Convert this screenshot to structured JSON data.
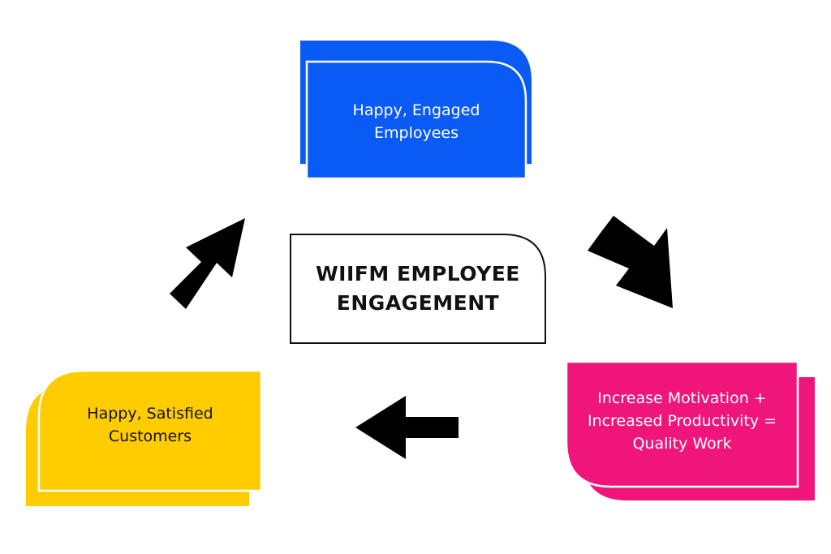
{
  "title": "WIIFM EMPLOYEE ENGAGEMENT",
  "nodes": {
    "employees": {
      "label": "Happy, Engaged Employees",
      "line1": "Happy, Engaged",
      "line2": "Employees",
      "color": "#0A5AF5",
      "text_color": "#ffffff"
    },
    "productivity": {
      "label": "Increase Motivation + Increased Productivity = Quality Work",
      "line1": "Increase Motivation +",
      "line2": "Increased Productivity =",
      "line3": "Quality Work",
      "color": "#F0157A",
      "text_color": "#ffffff"
    },
    "customers": {
      "label": "Happy, Satisfied Customers",
      "line1": "Happy, Satisfied",
      "line2": "Customers",
      "color": "#FFCC00",
      "text_color": "#111111"
    }
  },
  "center": {
    "line1": "WIIFM EMPLOYEE",
    "line2": "ENGAGEMENT"
  },
  "colors": {
    "arrow": "#000000",
    "outline": "#111111",
    "background": "#ffffff"
  },
  "flow": [
    "employees",
    "productivity",
    "customers",
    "employees"
  ]
}
